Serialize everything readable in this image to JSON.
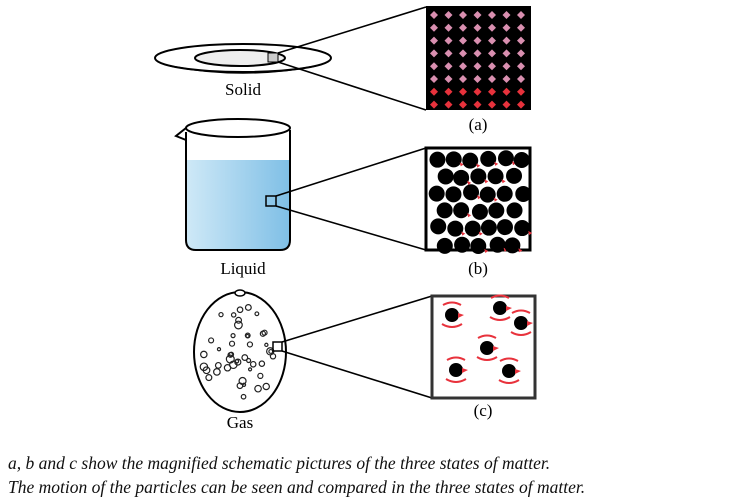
{
  "labels": {
    "solid": "Solid",
    "liquid": "Liquid",
    "gas": "Gas"
  },
  "panels": {
    "a": "(a)",
    "b": "(b)",
    "c": "(c)"
  },
  "caption": {
    "line1": "a, b and c show the magnified schematic pictures of the three states of matter.",
    "line2": "The motion of the particles can be seen and compared in the three states of matter."
  },
  "colors": {
    "particle": "#000000",
    "motion": "#e8323c",
    "liquid": "#8fc9ea"
  }
}
